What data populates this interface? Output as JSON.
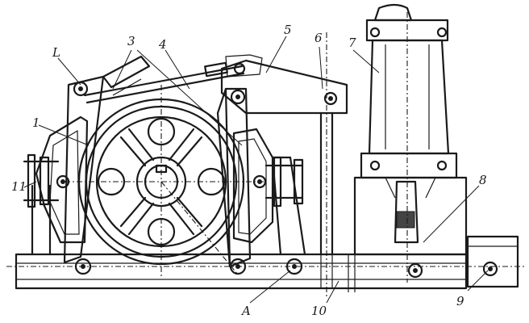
{
  "callouts": [
    {
      "id": "label-1",
      "text": "1"
    },
    {
      "id": "label-3",
      "text": "3"
    },
    {
      "id": "label-4",
      "text": "4"
    },
    {
      "id": "label-L",
      "text": "L"
    },
    {
      "id": "label-5",
      "text": "5"
    },
    {
      "id": "label-6",
      "text": "6"
    },
    {
      "id": "label-7",
      "text": "7"
    },
    {
      "id": "label-8",
      "text": "8"
    },
    {
      "id": "label-9",
      "text": "9"
    },
    {
      "id": "label-10",
      "text": "10"
    },
    {
      "id": "label-11",
      "text": "11"
    },
    {
      "id": "label-A",
      "text": "A"
    }
  ]
}
